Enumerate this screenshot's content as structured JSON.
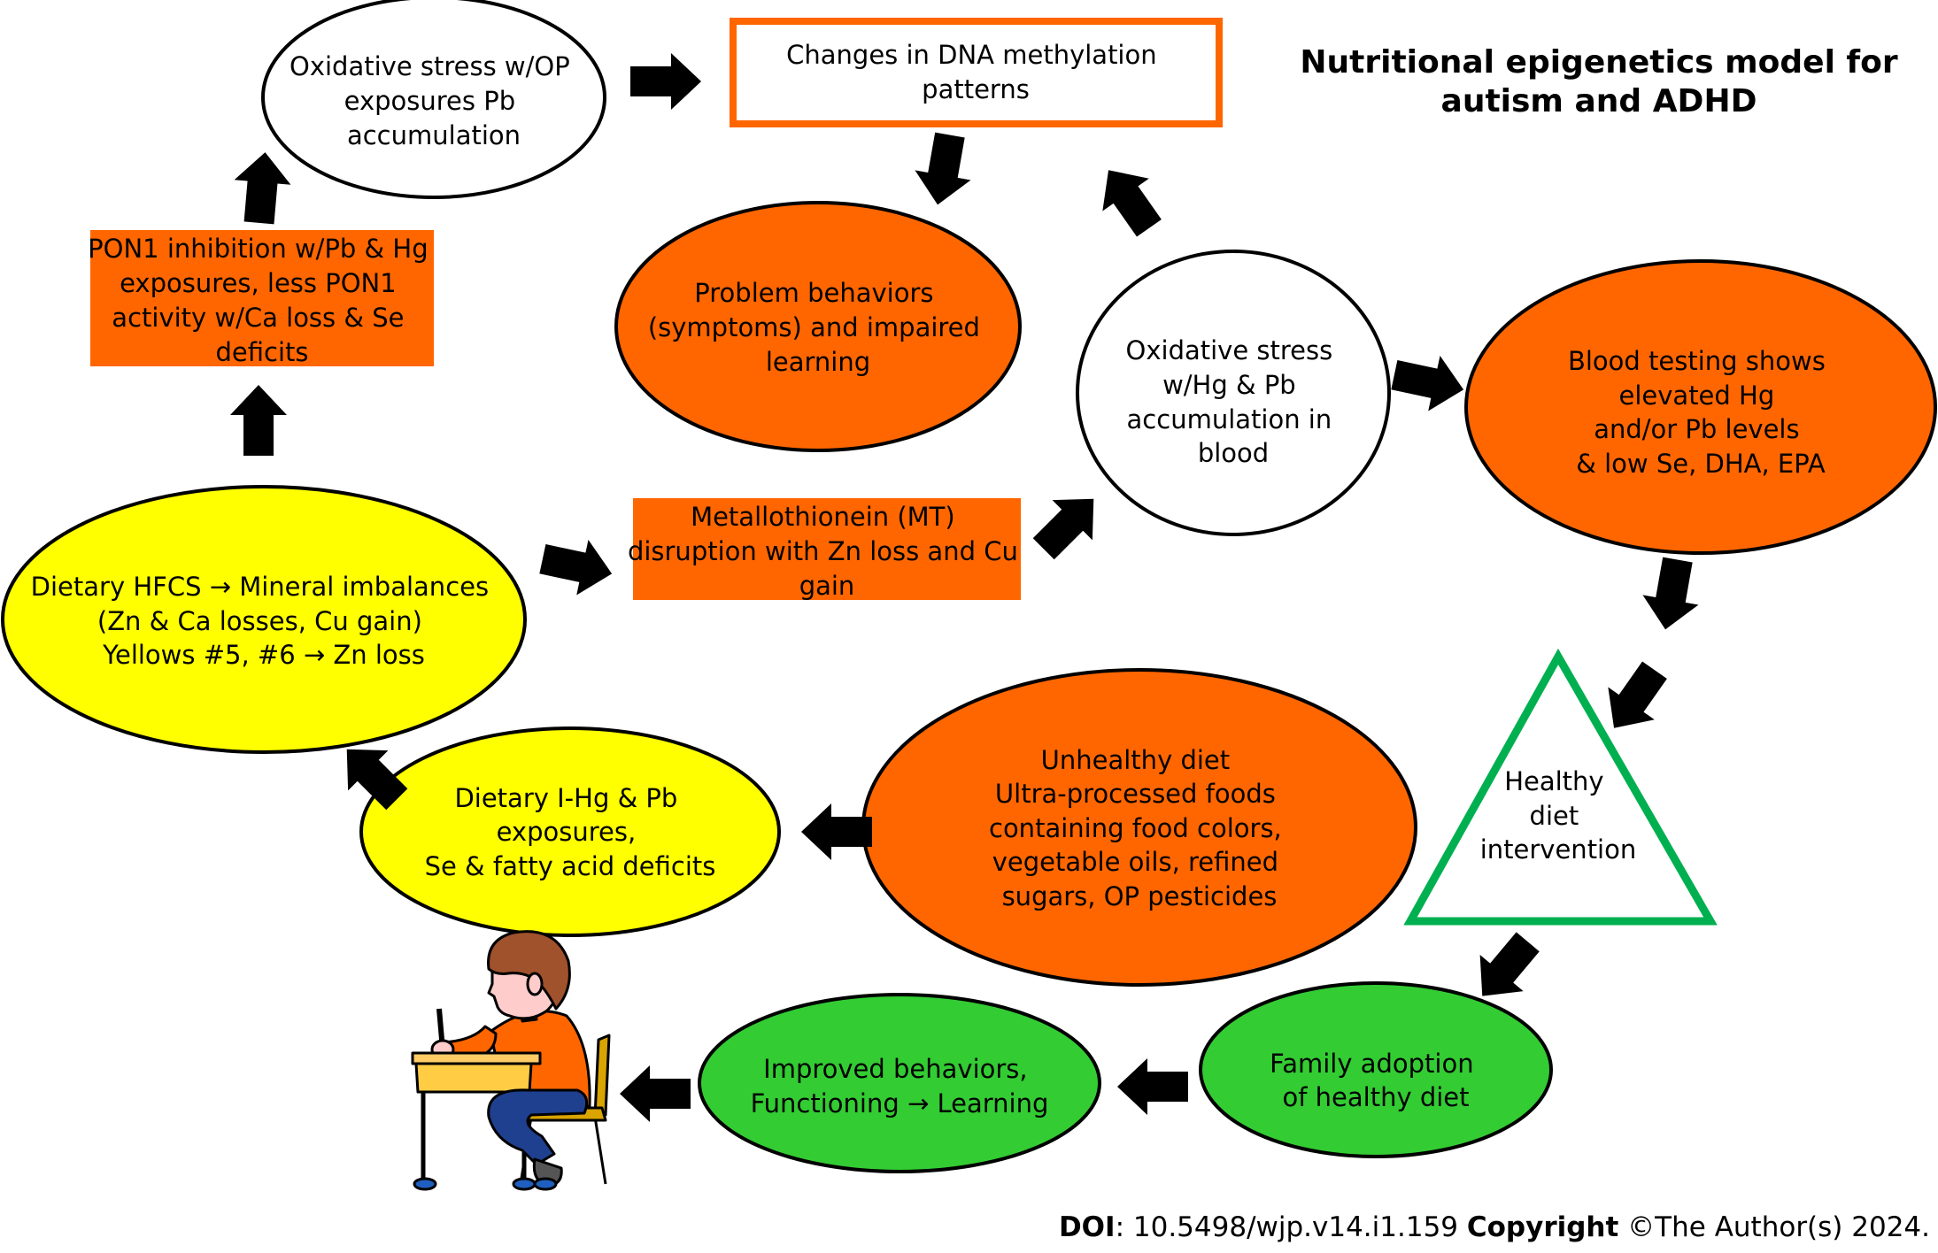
{
  "title": {
    "line1": "Nutritional epigenetics model for",
    "line2": "autism and ADHD"
  },
  "colors": {
    "orange": "#ff6600",
    "yellow": "#ffff00",
    "green": "#33cc33",
    "triangle_stroke": "#00b050",
    "arrow": "#000000"
  },
  "nodes": {
    "oxidative_op": {
      "lines": [
        "Oxidative stress w/OP",
        "exposures  Pb",
        "accumulation"
      ]
    },
    "dna_methylation": {
      "lines": [
        "Changes in DNA methylation",
        "patterns"
      ]
    },
    "pon1": {
      "lines": [
        "PON1 inhibition w/Pb & Hg",
        "exposures, less PON1",
        "activity  w/Ca loss & Se",
        "deficits"
      ]
    },
    "problem_behaviors": {
      "lines": [
        "Problem behaviors",
        "(symptoms) and impaired",
        "learning"
      ]
    },
    "oxidative_blood": {
      "lines": [
        "Oxidative stress",
        "w/Hg & Pb",
        "accumulation in",
        "blood"
      ]
    },
    "blood_testing": {
      "lines": [
        "Blood testing shows",
        "elevated Hg",
        "and/or Pb levels",
        "& low Se, DHA, EPA"
      ]
    },
    "metallothionein": {
      "lines": [
        "Metallothionein (MT)",
        "disruption with Zn loss and Cu",
        "gain"
      ]
    },
    "dietary_hfcs": {
      "lines": [
        "Dietary HFCS → Mineral imbalances",
        "(Zn & Ca losses, Cu gain)",
        "Yellows #5, #6 → Zn loss"
      ]
    },
    "healthy_diet": {
      "lines": [
        "Healthy",
        "diet",
        "intervention"
      ]
    },
    "unhealthy_diet": {
      "lines": [
        "Unhealthy diet",
        "Ultra-processed foods",
        "containing food colors,",
        "vegetable oils, refined",
        "sugars, OP pesticides"
      ]
    },
    "dietary_ihg": {
      "lines": [
        "Dietary I-Hg & Pb",
        "exposures,",
        "Se & fatty acid deficits"
      ]
    },
    "family_adoption": {
      "lines": [
        "Family adoption",
        "of healthy diet"
      ]
    },
    "improved_behaviors": {
      "lines": [
        "Improved behaviors,",
        "Functioning → Learning"
      ]
    }
  },
  "footer": {
    "doi_label": "DOI",
    "doi_value": ": 10.5498/wjp.v14.i1.159 ",
    "copyright_label": "Copyright",
    "copyright_value": " ©The Author(s) 2024."
  }
}
